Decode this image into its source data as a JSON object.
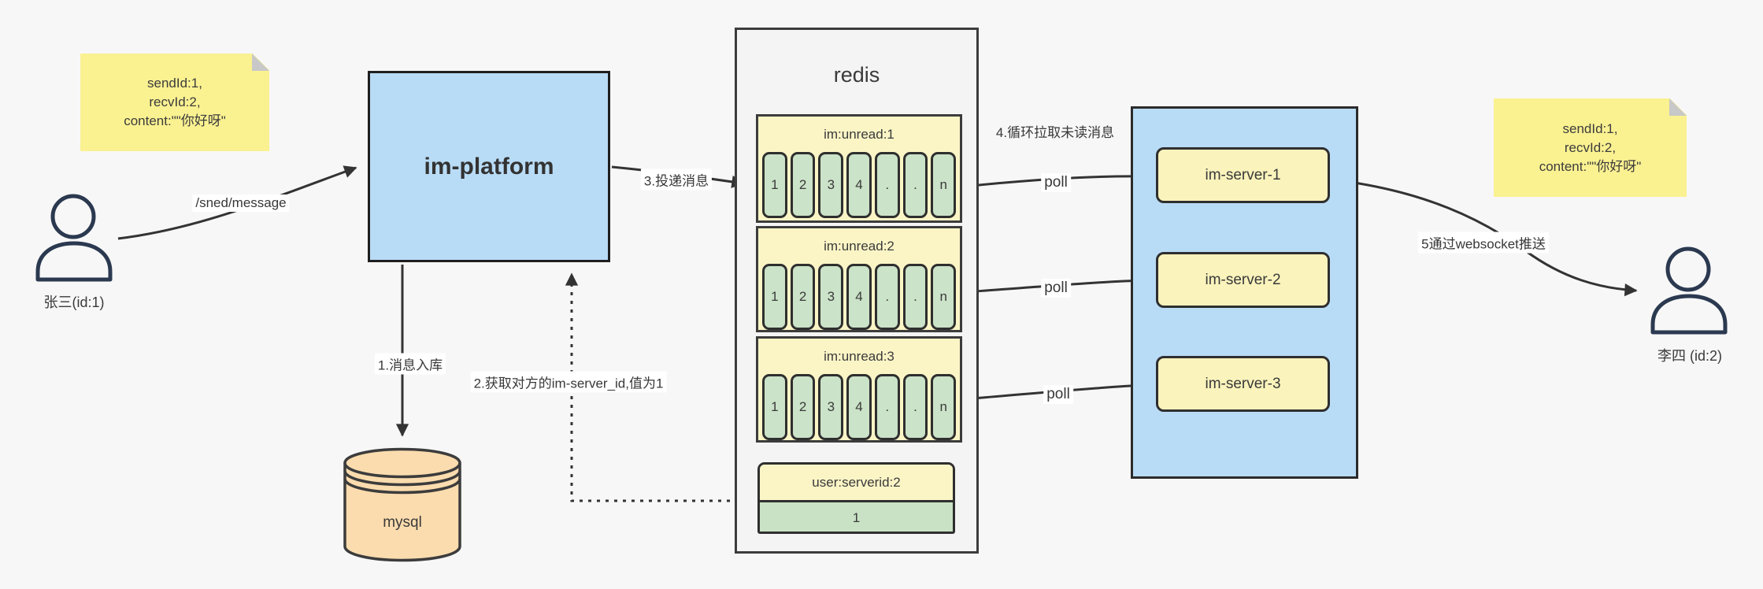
{
  "palette": {
    "background": "#f7f7f7",
    "note_yellow": "#faf191",
    "note_fold": "#c8c8c8",
    "pale_yellow": "#fbf5c6",
    "server_yellow": "#faf3bc",
    "cell_green": "#cbe3c8",
    "node_blue": "#b9dcf6",
    "db_peach": "#fbdcae",
    "panel_gray": "#f4f4f4",
    "line": "#333333",
    "person": "#2b3950"
  },
  "notes": {
    "sender": {
      "lines": [
        "sendId:1,",
        "recvId:2,",
        "content:\"\"你好呀\""
      ]
    },
    "receiver": {
      "lines": [
        "sendId:1,",
        "recvId:2,",
        "content:\"\"你好呀\""
      ]
    }
  },
  "actors": {
    "sender": {
      "label": "张三(id:1)"
    },
    "receiver": {
      "label": "李四 (id:2)"
    }
  },
  "platform": {
    "label": "im-platform"
  },
  "database": {
    "label": "mysql"
  },
  "redis": {
    "title": "redis",
    "queues": [
      {
        "name": "im:unread:1",
        "cells": [
          "1",
          "2",
          "3",
          "4",
          ".",
          ".",
          "n"
        ]
      },
      {
        "name": "im:unread:2",
        "cells": [
          "1",
          "2",
          "3",
          "4",
          ".",
          ".",
          "n"
        ]
      },
      {
        "name": "im:unread:3",
        "cells": [
          "1",
          "2",
          "3",
          "4",
          ".",
          ".",
          "n"
        ]
      }
    ],
    "kv": {
      "key": "user:serverid:2",
      "value": "1"
    }
  },
  "servers": [
    {
      "label": "im-server-1"
    },
    {
      "label": "im-server-2"
    },
    {
      "label": "im-server-3"
    }
  ],
  "edges": {
    "send": "/sned/message",
    "step1": "1.消息入库",
    "step2": "2.获取对方的im-server_id,值为1",
    "step3": "3.投递消息",
    "step4": "4.循环拉取未读消息",
    "step5": "5通过websocket推送",
    "poll": "poll"
  }
}
